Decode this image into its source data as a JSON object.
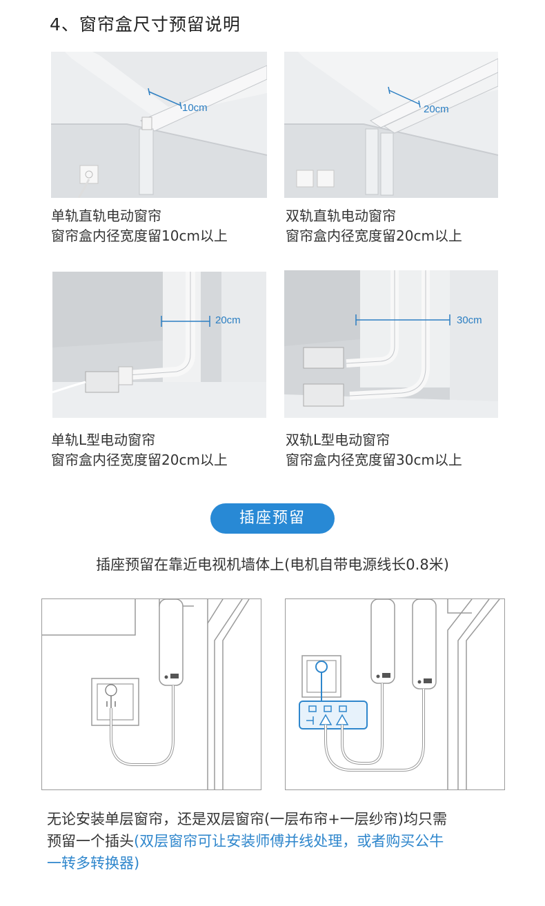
{
  "title": "4、窗帘盒尺寸预留说明",
  "panels": [
    {
      "measure": "10cm",
      "line1": "单轨直轨电动窗帘",
      "line2": "窗帘盒内径宽度留10cm以上"
    },
    {
      "measure": "20cm",
      "line1": "双轨直轨电动窗帘",
      "line2": "窗帘盒内径宽度留20cm以上"
    },
    {
      "measure": "20cm",
      "line1": "单轨L型电动窗帘",
      "line2": "窗帘盒内径宽度留20cm以上"
    },
    {
      "measure": "30cm",
      "line1": "双轨L型电动窗帘",
      "line2": "窗帘盒内径宽度留30cm以上"
    }
  ],
  "socket_section": {
    "button_label": "插座预留",
    "description": "插座预留在靠近电视机墙体上(电机自带电源线长0.8米)"
  },
  "footer": {
    "line1": "无论安装单层窗帘，还是双层窗帘(一层布帘+一层纱帘)均只需",
    "line2_plain": "预留一个插头",
    "line2_blue": "(双层窗帘可让安装师傅并线处理，或者购买公牛",
    "line3_blue": "一转多转换器)"
  },
  "colors": {
    "accent": "#2889d5",
    "measure": "#2b7ec2",
    "photo_bg": "#e1e3e5"
  }
}
